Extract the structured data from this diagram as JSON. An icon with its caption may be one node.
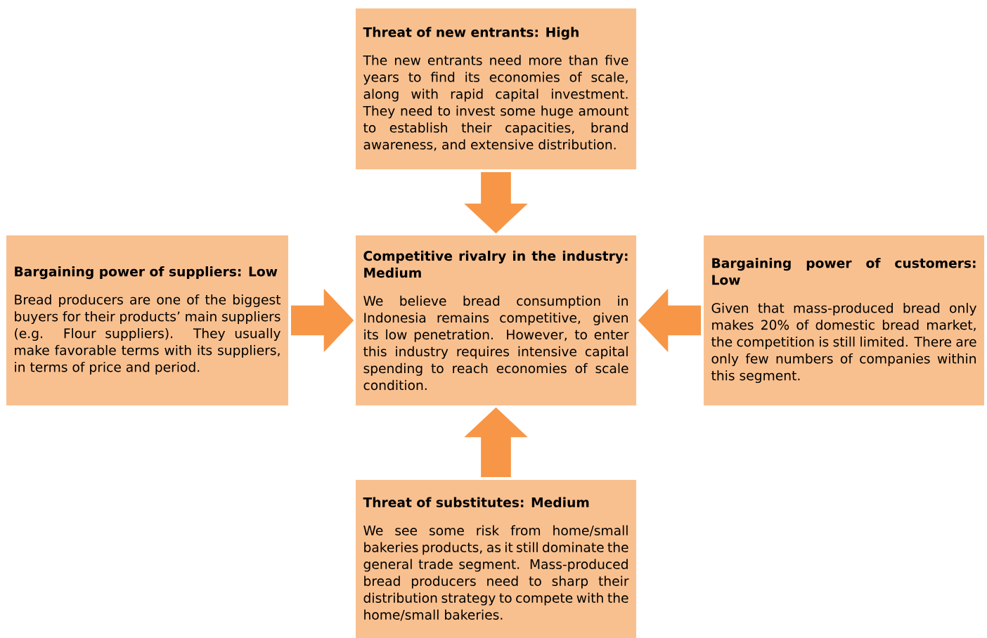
{
  "diagram": {
    "nodes": [
      {
        "text": [
          "Threat of new entrants: High",
          "The new entrants need more than five years to find its economies of scale, along with rapid capital investment. They need to invest some huge amount to establish their capacities, brand awareness, and extensive distribution."
        ]
      },
      {
        "text": [
          "Bargaining power of suppliers: Low",
          "Bread producers are one of the biggest buyers for their products’ main suppliers (e.g. Flour suppliers). They usually make favorable terms with its suppliers, in terms of price and period."
        ]
      },
      {
        "text": [
          "Competitive rivalry in the industry: Medium",
          "We believe bread consumption in Indonesia remains competitive, given its low penetration. However, to enter this industry requires intensive capital spending to reach economies of scale condition."
        ]
      },
      {
        "text": [
          "Bargaining power of customers: Low",
          "Given that mass-produced bread only makes 20% of domestic bread market, the competition is still limited. There are only few numbers of companies within this segment."
        ]
      },
      {
        "text": [
          "Threat of substitutes: Medium",
          "We see some risk from home/small bakeries products, as it still dominate the general trade segment. Mass-produced bread producers need to sharp their distribution strategy to compete with the home/small bakeries."
        ]
      }
    ],
    "edges": [
      {
        "from": 0,
        "to": 2,
        "arrow": "to"
      },
      {
        "from": 1,
        "to": 2,
        "arrow": "to"
      },
      {
        "from": 3,
        "to": 2,
        "arrow": "to"
      },
      {
        "from": 4,
        "to": 2,
        "arrow": "to"
      }
    ]
  }
}
